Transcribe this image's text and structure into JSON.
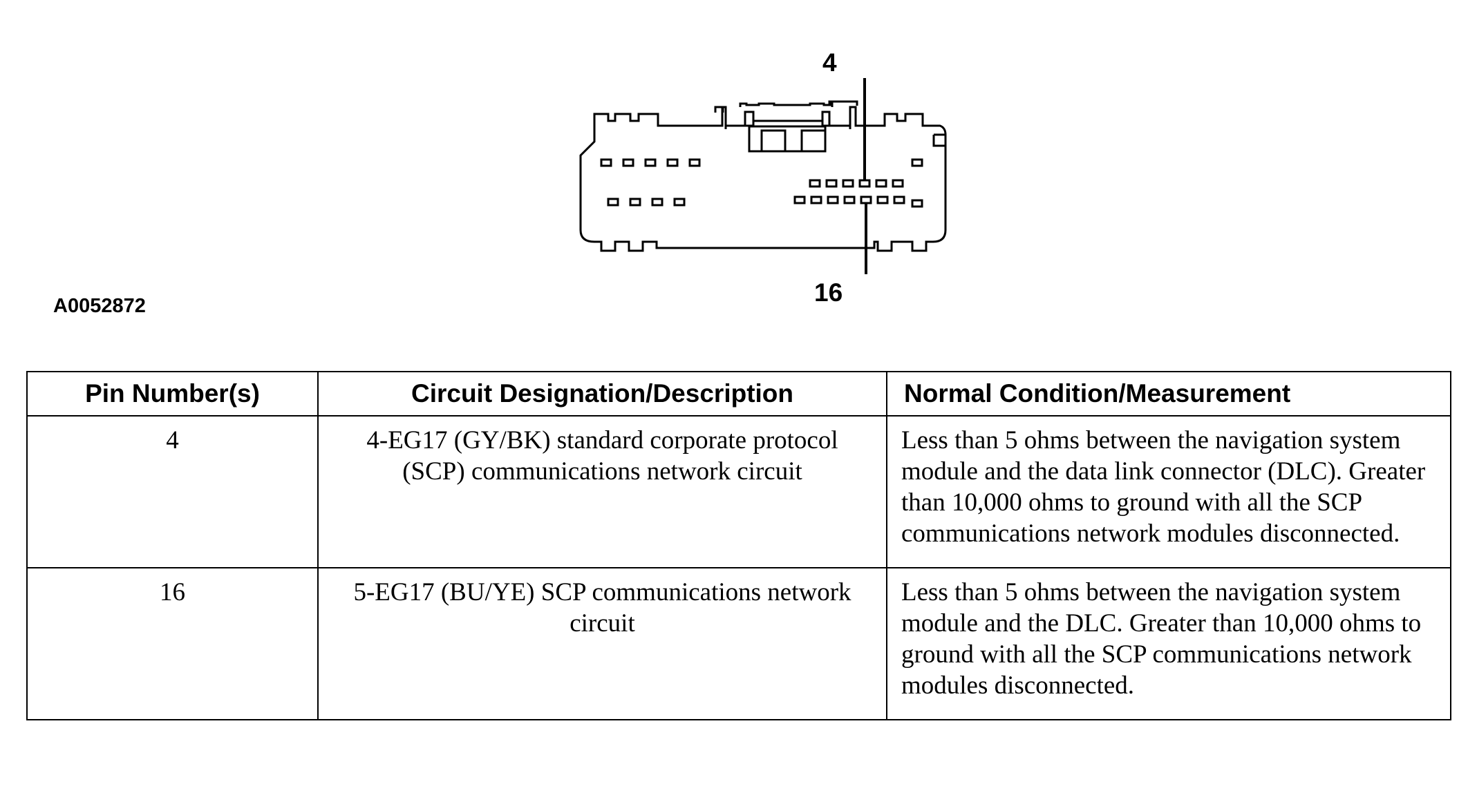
{
  "figure": {
    "id": "A0052872",
    "callout_top": "4",
    "callout_bottom": "16"
  },
  "table": {
    "headers": [
      "Pin Number(s)",
      "Circuit Designation/Description",
      "Normal Condition/Measurement"
    ],
    "rows": [
      {
        "pin": "4",
        "circuit": "4-EG17 (GY/BK) standard corporate protocol (SCP) communications network circuit",
        "measurement": "Less than 5 ohms between the navigation system module and the data link connector (DLC). Greater than 10,000 ohms to ground with all the SCP communications network modules disconnected."
      },
      {
        "pin": "16",
        "circuit": "5-EG17 (BU/YE) SCP communications network circuit",
        "measurement": "Less than 5 ohms between the navigation system module and the DLC. Greater than 10,000 ohms to ground with all the SCP communications network modules disconnected."
      }
    ]
  }
}
